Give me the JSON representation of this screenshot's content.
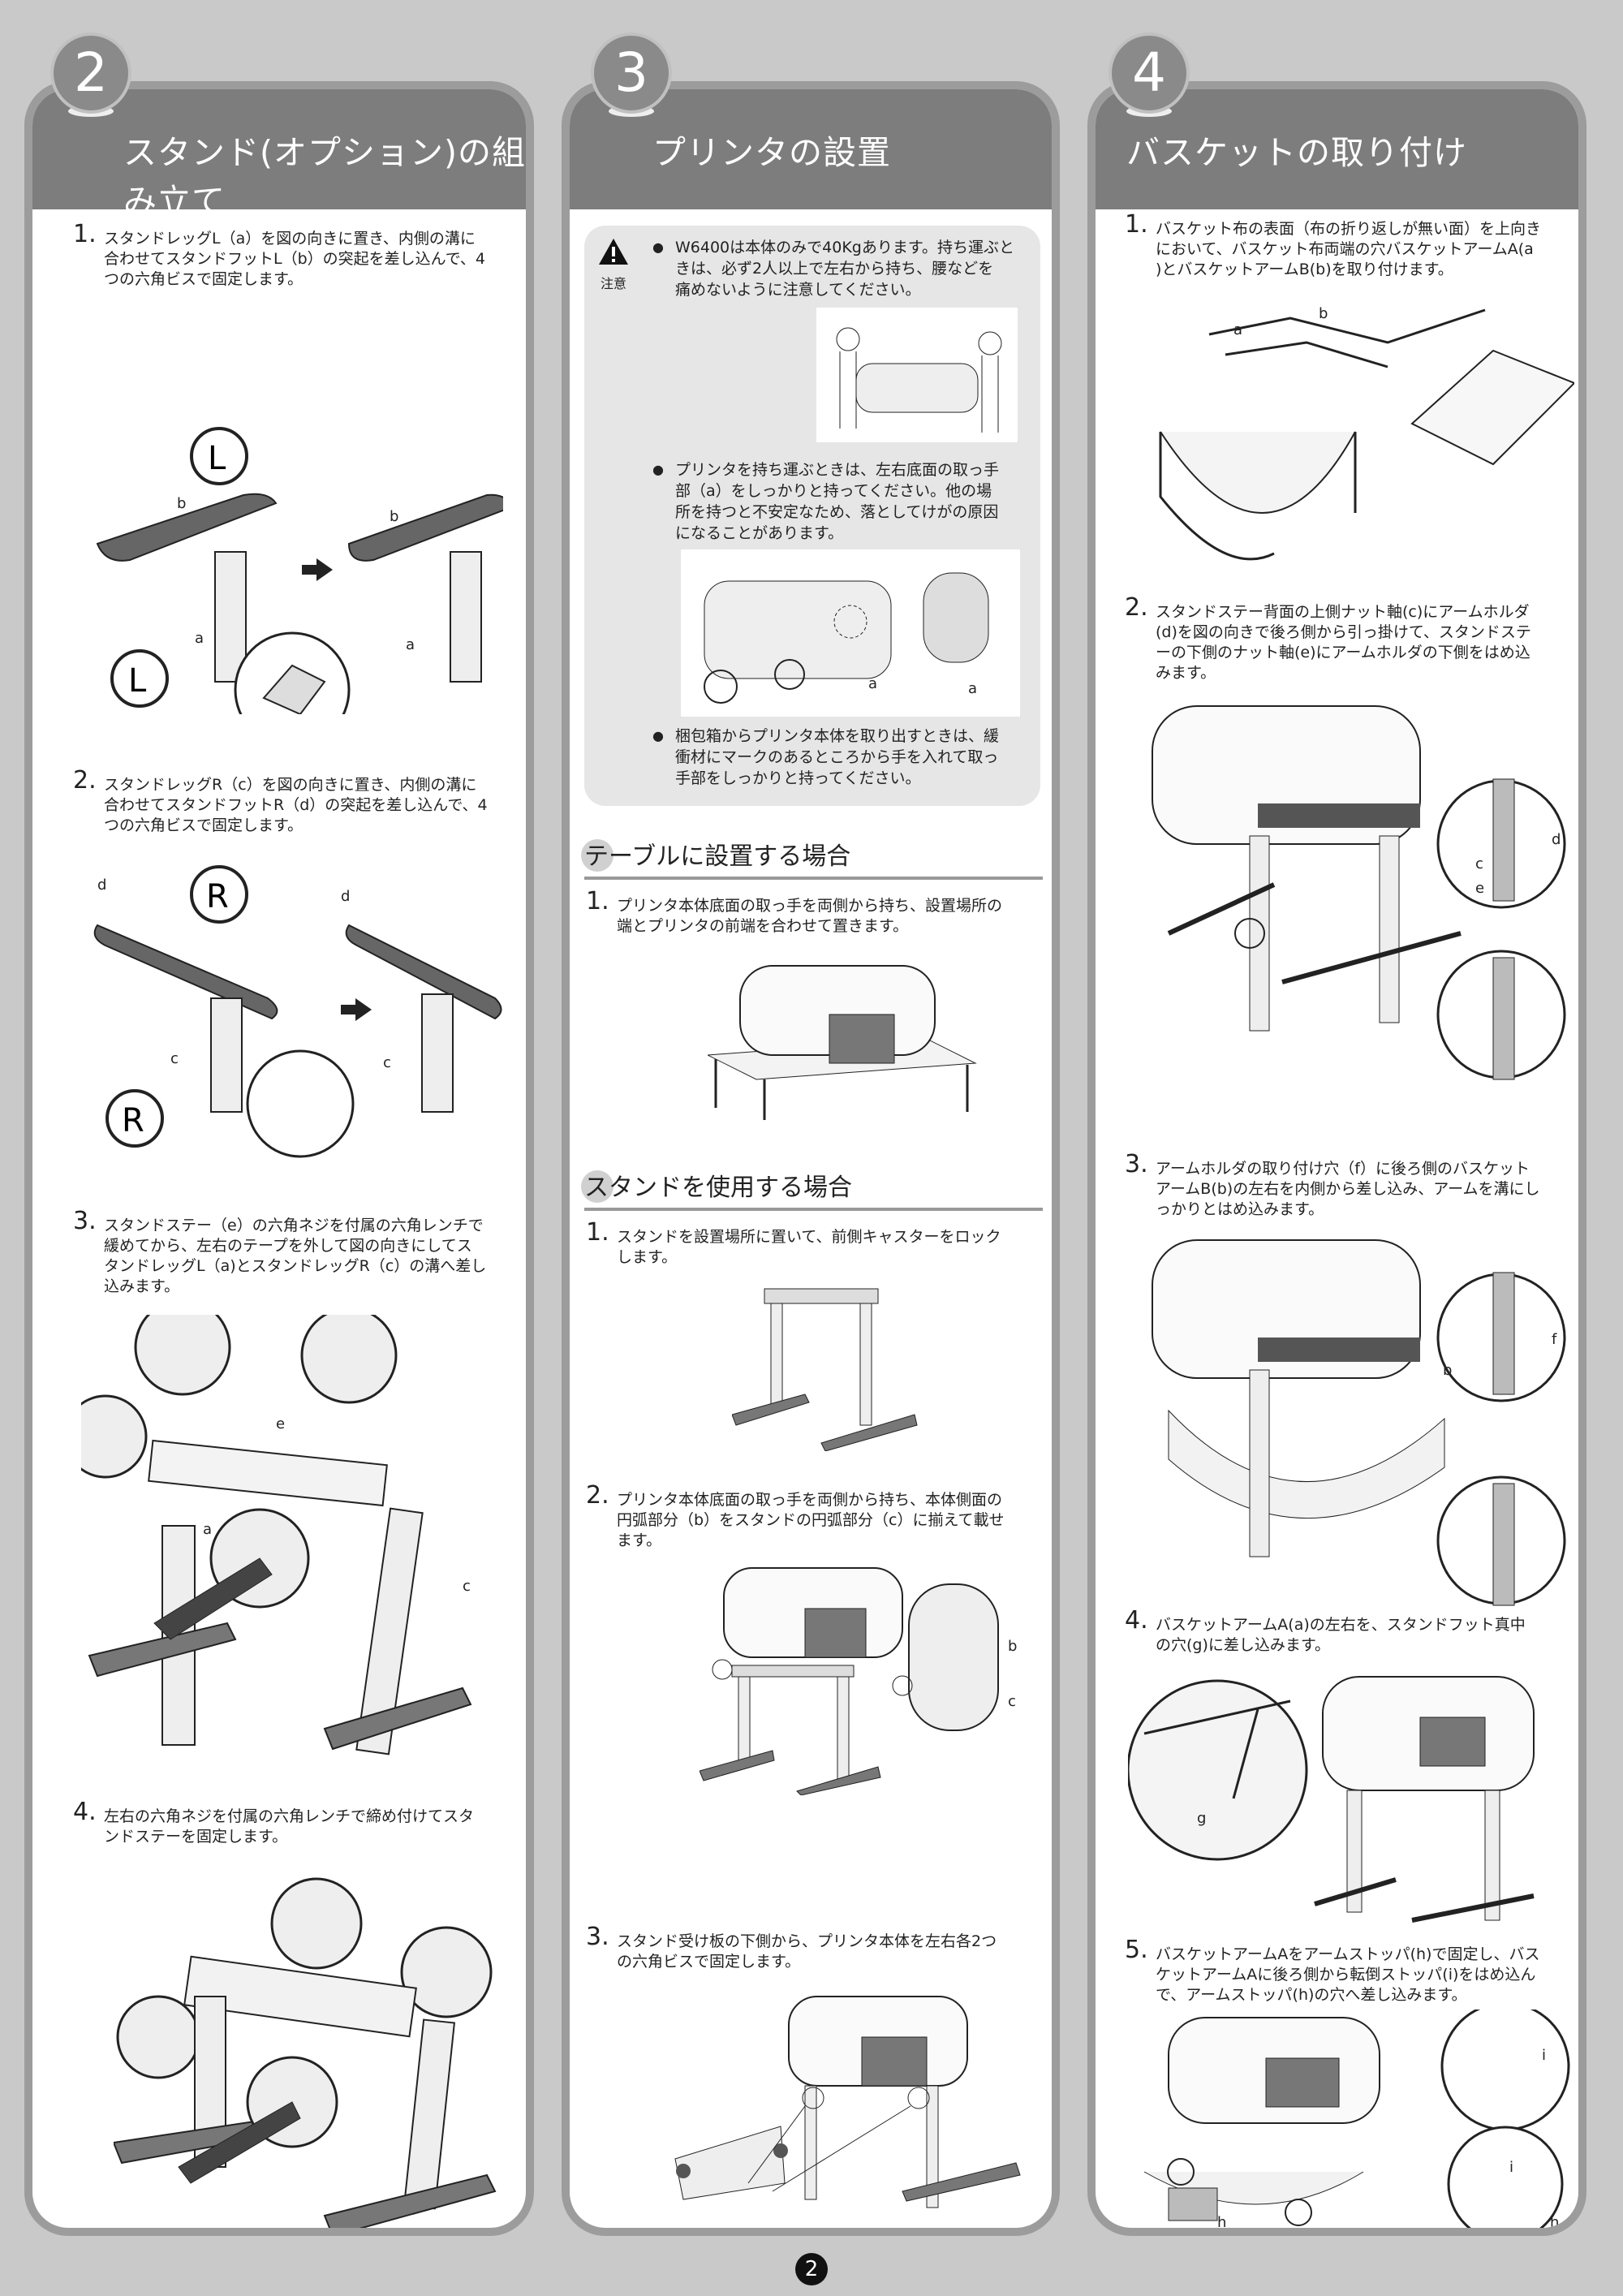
{
  "columns": [
    {
      "number": "2",
      "title": "スタンド(オプション)の組み立て",
      "steps": [
        {
          "num": "1.",
          "text": "スタンドレッグL（a）を図の向きに置き、内側の溝に\n合わせてスタンドフットL（b）の突起を差し込んで、4\nつの六角ビスで固定します。"
        },
        {
          "num": "2.",
          "text": "スタンドレッグR（c）を図の向きに置き、内側の溝に\n合わせてスタンドフットR（d）の突起を差し込んで、4\nつの六角ビスで固定します。"
        },
        {
          "num": "3.",
          "text": "スタンドステー（e）の六角ネジを付属の六角レンチで\n緩めてから、左右のテープを外して図の向きにしてス\nタンドレッグL（a)とスタンドレッグR（c）の溝へ差し\n込みます。"
        },
        {
          "num": "4.",
          "text": "左右の六角ネジを付属の六角レンチで締め付けてスタ\nンドステーを固定します。"
        }
      ],
      "labels": {
        "L": "L",
        "R": "R",
        "a": "a",
        "b": "b",
        "c": "c",
        "d": "d",
        "e": "e"
      }
    },
    {
      "number": "3",
      "title": "プリンタの設置",
      "caution_label": "注意",
      "bullets": [
        "W6400は本体のみで40Kgあります。持ち運ぶと\nきは、必ず2人以上で左右から持ち、腰などを\n痛めないように注意してください。",
        "プリンタを持ち運ぶときは、左右底面の取っ手\n部（a）をしっかりと持ってください。他の場\n所を持つと不安定なため、落としてけがの原因\nになることがあります。",
        "梱包箱からプリンタ本体を取り出すときは、緩\n衝材にマークのあるところから手を入れて取っ\n手部をしっかりと持ってください。"
      ],
      "section_table": "テーブルに設置する場合",
      "table_step": {
        "num": "1.",
        "text": "プリンタ本体底面の取っ手を両側から持ち、設置場所の\n端とプリンタの前端を合わせて置きます。"
      },
      "section_stand": "スタンドを使用する場合",
      "stand_steps": [
        {
          "num": "1.",
          "text": "スタンドを設置場所に置いて、前側キャスターをロック\nします。"
        },
        {
          "num": "2.",
          "text": "プリンタ本体底面の取っ手を両側から持ち、本体側面の\n円弧部分（b）をスタンドの円弧部分（c）に揃えて載せ\nます。"
        },
        {
          "num": "3.",
          "text": "スタンド受け板の下側から、プリンタ本体を左右各2つ\nの六角ビスで固定します。"
        }
      ],
      "labels": {
        "a": "a",
        "b": "b",
        "c": "c"
      }
    },
    {
      "number": "4",
      "title": "バスケットの取り付け",
      "steps": [
        {
          "num": "1.",
          "text": "バスケット布の表面（布の折り返しが無い面）を上向き\nにおいて、バスケット布両端の穴バスケットアームA(a\n)とバスケットアームB(b)を取り付けます。"
        },
        {
          "num": "2.",
          "text": "スタンドステー背面の上側ナット軸(c)にアームホルダ\n(d)を図の向きで後ろ側から引っ掛けて、スタンドステ\nーの下側のナット軸(e)にアームホルダの下側をはめ込\nみます。"
        },
        {
          "num": "3.",
          "text": "アームホルダの取り付け穴（f）に後ろ側のバスケット\nアームB(b)の左右を内側から差し込み、アームを溝にし\nっかりとはめ込みます。"
        },
        {
          "num": "4.",
          "text": "バスケットアームA(a)の左右を、スタンドフット真中\nの穴(g)に差し込みます。"
        },
        {
          "num": "5.",
          "text": "バスケットアームAをアームストッパ(h)で固定し、バス\nケットアームAに後ろ側から転倒ストッパ(i)をはめ込ん\nで、アームストッパ(h)の穴へ差し込みます。"
        }
      ],
      "labels": {
        "a": "a",
        "b": "b",
        "c": "c",
        "d": "d",
        "e": "e",
        "f": "f",
        "g": "g",
        "h": "h",
        "i": "i"
      }
    }
  ],
  "page_number": "2"
}
